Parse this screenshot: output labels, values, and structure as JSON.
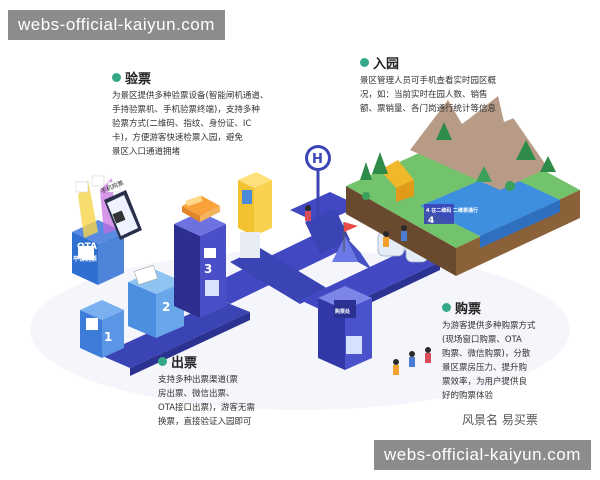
{
  "watermark": {
    "top": "webs-official-kaiyun.com",
    "bottom": "webs-official-kaiyun.com"
  },
  "sections": {
    "yanpiao": {
      "title": "验票",
      "lines": [
        "为景区提供多种验票设备(智能闸机通道、",
        "手持验票机、手机验票终端)，支持多种",
        "验票方式(二维码、指纹、身份证、IC",
        "卡)，方便游客快速检票入园，避免",
        "景区入口通道拥堵"
      ]
    },
    "ruyuan": {
      "title": "入园",
      "lines": [
        "景区管理人员可手机查看实时园区概",
        "况，如：当前实时在园人数、销售",
        "额、票销量、各门岗通行统计等信息"
      ]
    },
    "goupiao": {
      "title": "购票",
      "lines": [
        "为游客提供多种购票方式",
        "(现场窗口购票、OTA",
        "购票、微信购票)，分散",
        "景区票房压力、提升购",
        "票效率，为用户提供良",
        "好的购票体验"
      ]
    },
    "chupiao": {
      "title": "出票",
      "lines": [
        "支持多种出票渠道(票",
        "房出票、微信出票、",
        "OTA接口出票)，游客无需",
        "换票，直接验证入园即可"
      ]
    }
  },
  "diagram": {
    "ota_line1": "OTA",
    "ota_line2": "平台购票",
    "phone_label": "手机购票",
    "num_1": "1",
    "num_2": "2",
    "num_3": "3",
    "num_4": "4",
    "gate_sign": "H",
    "park_sign": "4 在二维码 二维票通行",
    "booth_sign": "购票处"
  },
  "brand": "风景名 易买票",
  "colors": {
    "accent": "#36a88a",
    "path": "#3b44b5",
    "tower": "#4a4fc8",
    "grass": "#5cb85c",
    "water": "#2f7fd6"
  }
}
